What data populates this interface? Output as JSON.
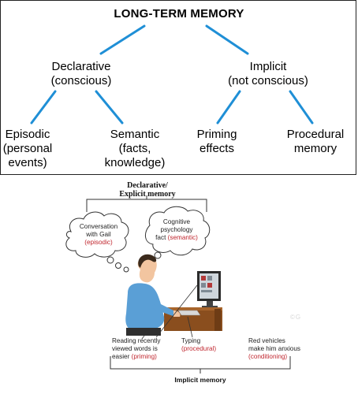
{
  "top": {
    "title": "LONG-TERM MEMORY",
    "declarative": {
      "line1": "Declarative",
      "line2": "(conscious)"
    },
    "implicit": {
      "line1": "Implicit",
      "line2": "(not conscious)"
    },
    "episodic": {
      "line1": "Episodic",
      "line2": "(personal",
      "line3": "events)"
    },
    "semantic": {
      "line1": "Semantic",
      "line2": "(facts,",
      "line3": "knowledge)"
    },
    "priming": {
      "line1": "Priming",
      "line2": "effects"
    },
    "procedural": {
      "line1": "Procedural",
      "line2": "memory"
    },
    "line_color": "#1f8fd6"
  },
  "bottom": {
    "declarative_label": {
      "line1": "Declarative/",
      "line2": "Explicit memory"
    },
    "bubble_left": {
      "line1": "Conversation",
      "line2": "with Gail",
      "tag": "(episodic)"
    },
    "bubble_right": {
      "line1": "Cognitive",
      "line2": "psychology",
      "line3": "fact",
      "tag": "(semantic)"
    },
    "reading": {
      "line1": "Reading recently",
      "line2": "viewed words is",
      "line3": "easier",
      "tag": "(priming)"
    },
    "typing": {
      "line1": "Typing",
      "tag": "(procedural)"
    },
    "red_vehicles": {
      "line1": "Red vehicles",
      "line2": "make him anxious",
      "tag": "(conditioning)"
    },
    "implicit_label": "Implicit memory",
    "watermark": "©G",
    "accent_red": "#c0262e"
  }
}
